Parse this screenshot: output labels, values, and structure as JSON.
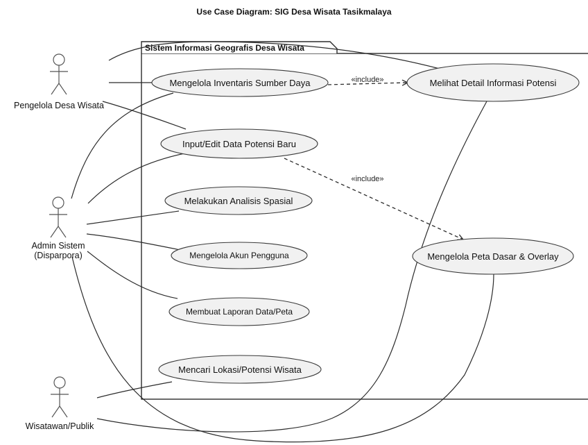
{
  "title": "Use Case Diagram: SIG Desa Wisata Tasikmalaya",
  "system": {
    "label": "Sistem Informasi Geografis Desa Wisata"
  },
  "actors": [
    {
      "id": "pengelola",
      "label_lines": [
        "Pengelola Desa Wisata"
      ]
    },
    {
      "id": "admin",
      "label_lines": [
        "Admin Sistem",
        "(Disparpora)"
      ]
    },
    {
      "id": "wisatawan",
      "label_lines": [
        "Wisatawan/Publik"
      ]
    }
  ],
  "use_cases": [
    {
      "id": "inventaris",
      "label": "Mengelola Inventaris Sumber Daya"
    },
    {
      "id": "input",
      "label": "Input/Edit Data Potensi Baru"
    },
    {
      "id": "analisis",
      "label": "Melakukan Analisis Spasial"
    },
    {
      "id": "akun",
      "label": "Mengelola Akun Pengguna"
    },
    {
      "id": "laporan",
      "label": "Membuat Laporan Data/Peta"
    },
    {
      "id": "mencari",
      "label": "Mencari Lokasi/Potensi Wisata"
    },
    {
      "id": "detail",
      "label": "Melihat Detail Informasi Potensi"
    },
    {
      "id": "peta",
      "label": "Mengelola Peta Dasar & Overlay"
    }
  ],
  "relations": [
    {
      "type": "include",
      "from": "inventaris",
      "to": "detail",
      "label": "«include»"
    },
    {
      "type": "include",
      "from": "input",
      "to": "peta",
      "label": "«include»"
    },
    {
      "type": "association",
      "from": "pengelola",
      "to": "inventaris"
    },
    {
      "type": "association",
      "from": "pengelola",
      "to": "input"
    },
    {
      "type": "association",
      "from": "pengelola",
      "to": "detail"
    },
    {
      "type": "association",
      "from": "admin",
      "to": "inventaris"
    },
    {
      "type": "association",
      "from": "admin",
      "to": "input"
    },
    {
      "type": "association",
      "from": "admin",
      "to": "analisis"
    },
    {
      "type": "association",
      "from": "admin",
      "to": "akun"
    },
    {
      "type": "association",
      "from": "admin",
      "to": "laporan"
    },
    {
      "type": "association",
      "from": "admin",
      "to": "peta"
    },
    {
      "type": "association",
      "from": "wisatawan",
      "to": "mencari"
    },
    {
      "type": "association",
      "from": "wisatawan",
      "to": "detail"
    }
  ]
}
